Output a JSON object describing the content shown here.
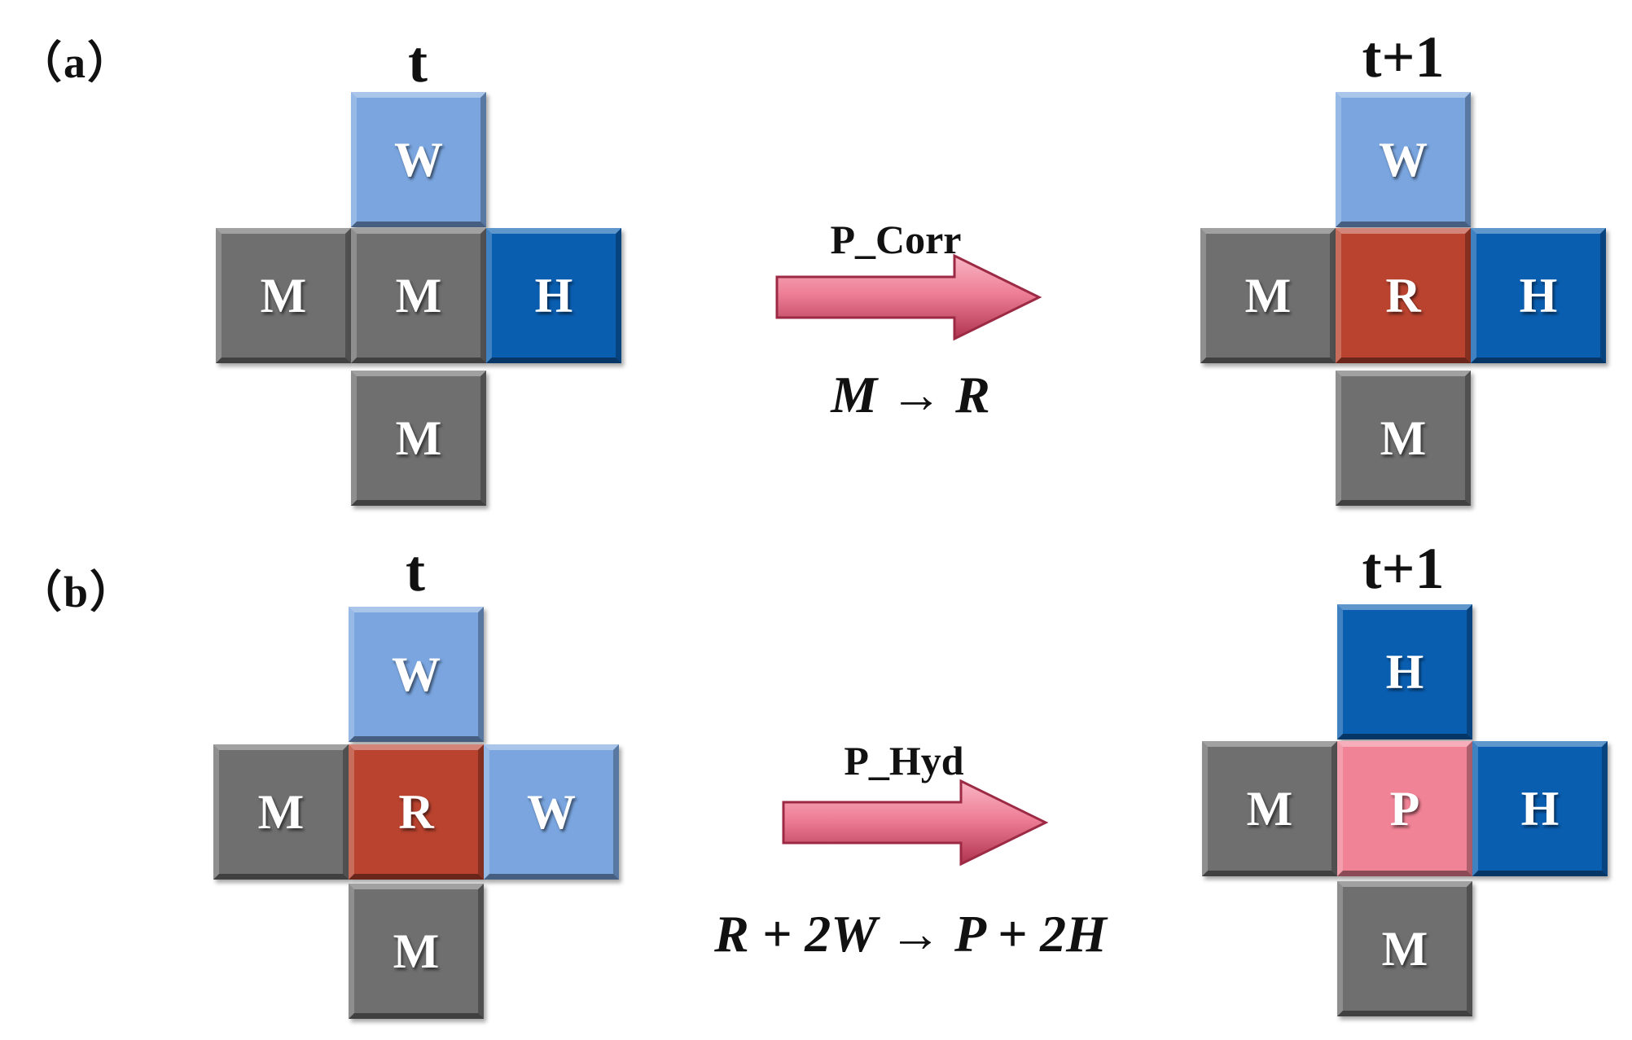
{
  "colors": {
    "M": "#6f6f6f",
    "W": "#7aa5df",
    "H": "#0a5eb0",
    "R": "#b9432f",
    "P": "#f08396",
    "arrow_light": "#f59aae",
    "arrow_dark": "#b0334e"
  },
  "panels": [
    {
      "label": "（a）",
      "left_time": "t",
      "right_time": "t+1",
      "arrow_label": "P_Corr",
      "equation": "M → R",
      "before": {
        "top": "W",
        "left": "M",
        "center": "M",
        "right": "H",
        "bottom": "M"
      },
      "after": {
        "top": "W",
        "left": "M",
        "center": "R",
        "right": "H",
        "bottom": "M"
      }
    },
    {
      "label": "（b）",
      "left_time": "t",
      "right_time": "t+1",
      "arrow_label": "P_Hyd",
      "equation": "R + 2W → P + 2H",
      "before": {
        "top": "W",
        "left": "M",
        "center": "R",
        "right": "W",
        "bottom": "M"
      },
      "after": {
        "top": "H",
        "left": "M",
        "center": "P",
        "right": "H",
        "bottom": "M"
      }
    }
  ]
}
